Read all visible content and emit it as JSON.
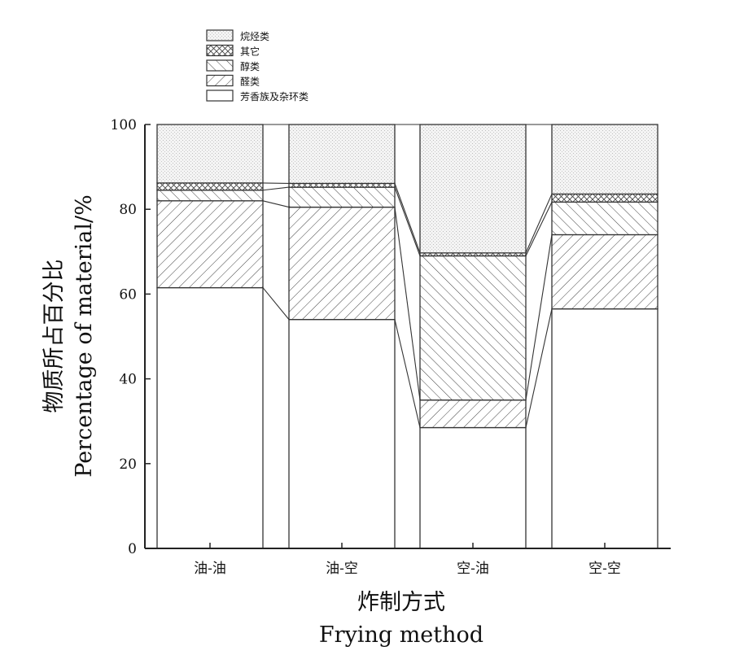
{
  "chart_data": {
    "type": "bar",
    "stacked": true,
    "categories": [
      "油-油",
      "油-空",
      "空-油",
      "空-空"
    ],
    "xlabel": [
      "炸制方式",
      "Frying method"
    ],
    "ylabel": [
      "物质所占百分比",
      "Percentage of material/%"
    ],
    "ylim": [
      0,
      100
    ],
    "yticks": [
      0,
      20,
      40,
      60,
      80,
      100
    ],
    "grid": false,
    "legend_position": "top-left",
    "series": [
      {
        "name": "芳香族及杂环类",
        "values": [
          61.5,
          54.0,
          28.5,
          56.5
        ],
        "pattern": "plain"
      },
      {
        "name": "醛类",
        "values": [
          20.5,
          26.5,
          6.5,
          17.5
        ],
        "pattern": "hatch-forward"
      },
      {
        "name": "醇类",
        "values": [
          2.5,
          4.7,
          34.0,
          7.7
        ],
        "pattern": "hatch-back"
      },
      {
        "name": "其它",
        "values": [
          1.7,
          0.9,
          0.7,
          1.9
        ],
        "pattern": "crosshatch"
      },
      {
        "name": "烷烃类",
        "values": [
          13.8,
          13.9,
          30.3,
          16.4
        ],
        "pattern": "dots"
      }
    ],
    "legend_order": [
      "烷烃类",
      "其它",
      "醇类",
      "醛类",
      "芳香族及杂环类"
    ]
  }
}
